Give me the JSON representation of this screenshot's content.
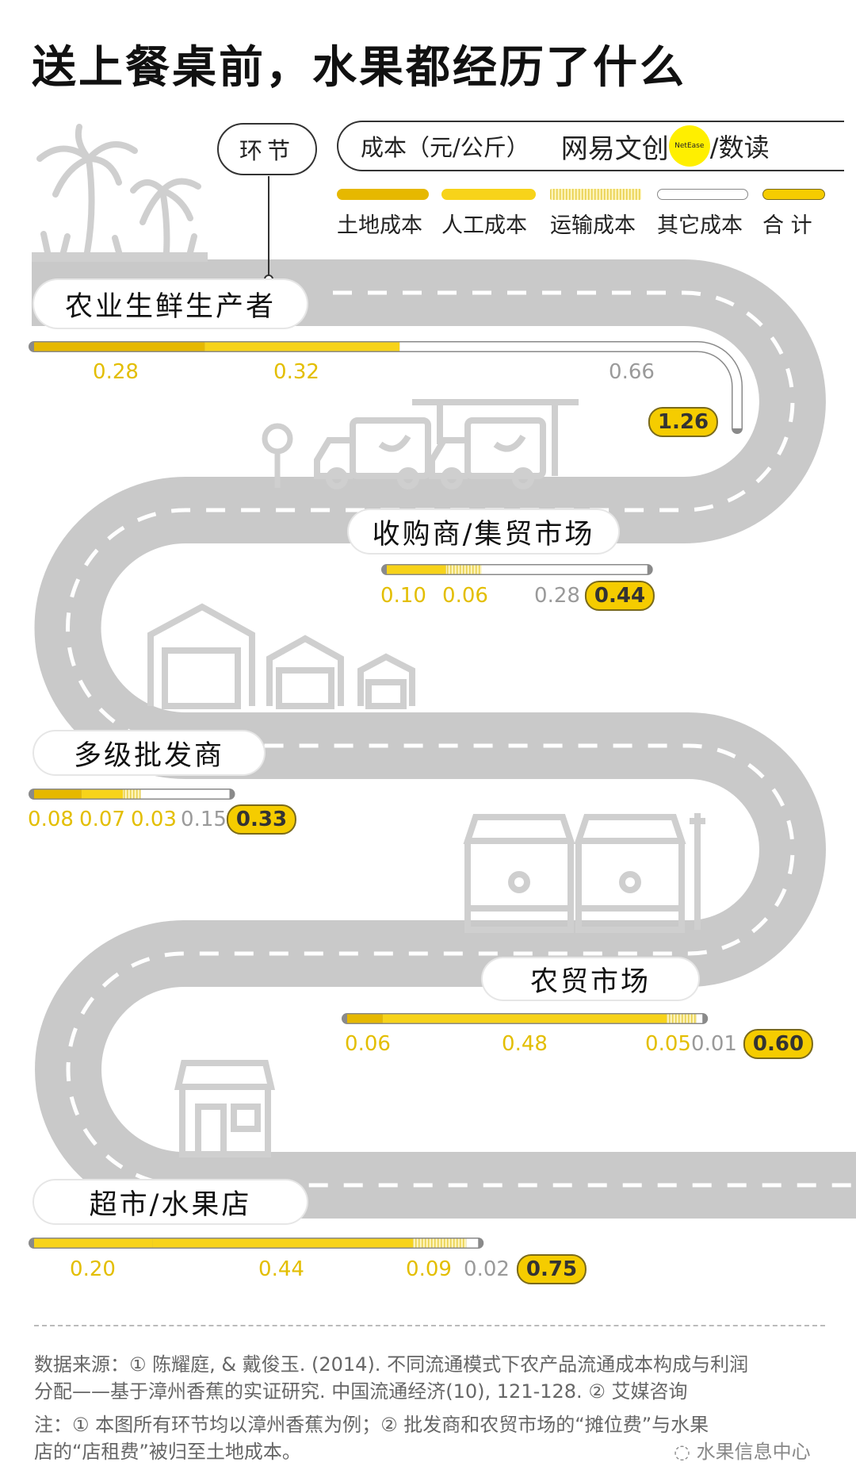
{
  "title": "送上餐桌前，水果都经历了什么",
  "header": {
    "stage_label": "环节",
    "cost_label": "成本（元/公斤）",
    "logo_left": "网易文创",
    "logo_circle": "NetEase",
    "logo_right": "/数读"
  },
  "colors": {
    "land": "#e6b800",
    "labor": "#f7d31a",
    "transport": "#fbeea0",
    "other": "#ffffff",
    "total": "#f5cc00",
    "road": "#c9c9c9"
  },
  "chart_data": {
    "type": "bar",
    "orientation": "horizontal-stacked",
    "unit": "元/公斤",
    "legend": [
      {
        "key": "land",
        "label": "土地成本"
      },
      {
        "key": "labor",
        "label": "人工成本"
      },
      {
        "key": "transport",
        "label": "运输成本"
      },
      {
        "key": "other",
        "label": "其它成本"
      },
      {
        "key": "total",
        "label": "合 计"
      }
    ],
    "stages": [
      {
        "name": "农业生鲜生产者",
        "segments": [
          {
            "key": "land",
            "value": 0.28
          },
          {
            "key": "labor",
            "value": 0.32
          },
          {
            "key": "other",
            "value": 0.66
          }
        ],
        "total": 1.26
      },
      {
        "name": "收购商/集贸市场",
        "segments": [
          {
            "key": "labor",
            "value": 0.1
          },
          {
            "key": "transport",
            "value": 0.06
          },
          {
            "key": "other",
            "value": 0.28
          }
        ],
        "total": 0.44
      },
      {
        "name": "多级批发商",
        "segments": [
          {
            "key": "land",
            "value": 0.08
          },
          {
            "key": "labor",
            "value": 0.07
          },
          {
            "key": "transport",
            "value": 0.03
          },
          {
            "key": "other",
            "value": 0.15
          }
        ],
        "total": 0.33
      },
      {
        "name": "农贸市场",
        "segments": [
          {
            "key": "land",
            "value": 0.06
          },
          {
            "key": "labor",
            "value": 0.48
          },
          {
            "key": "transport",
            "value": 0.05
          },
          {
            "key": "other",
            "value": 0.01
          }
        ],
        "total": 0.6
      },
      {
        "name": "超市/水果店",
        "segments": [
          {
            "key": "labor",
            "value": 0.2
          },
          {
            "key": "labor",
            "value": 0.44
          },
          {
            "key": "transport",
            "value": 0.09
          },
          {
            "key": "other",
            "value": 0.02
          }
        ],
        "total": 0.75
      }
    ]
  },
  "footer": {
    "source_line1": "数据来源：① 陈耀庭, & 戴俊玉. (2014). 不同流通模式下农产品流通成本构成与利润",
    "source_line2": "分配——基于漳州香蕉的实证研究. 中国流通经济(10), 121-128. ② 艾媒咨询",
    "note_line1": "注：① 本图所有环节均以漳州香蕉为例；② 批发商和农贸市场的“摊位费”与水果",
    "note_line2": "店的“店租费”被归至土地成本。",
    "watermark": "水果信息中心"
  }
}
